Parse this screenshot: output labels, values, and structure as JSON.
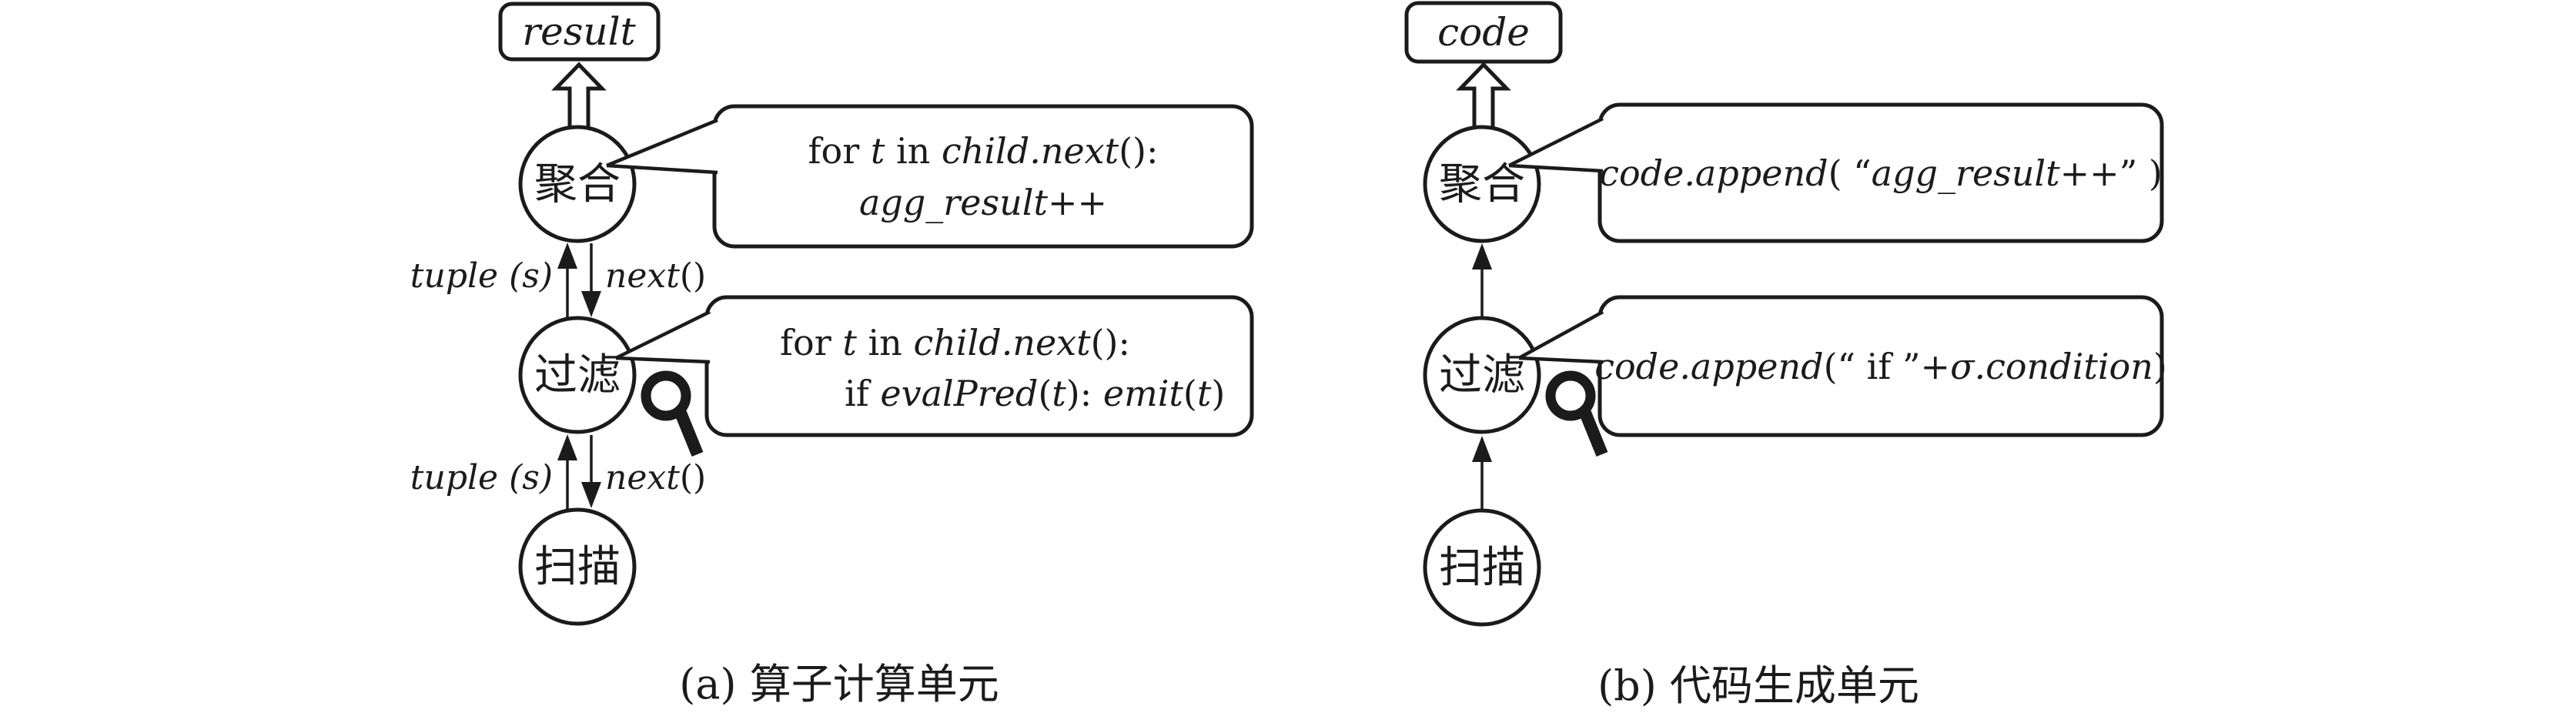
{
  "colors": {
    "ink": "#1b1b1b",
    "paper": "#ffffff"
  },
  "panel_a": {
    "caption": "(a) 算子计算单元",
    "output_box_label": "result",
    "nodes": {
      "aggregate": "聚合",
      "filter": "过滤",
      "scan": "扫描"
    },
    "edge_labels": {
      "tuple_upper": "tuple (s)",
      "tuple_lower": "tuple (s)",
      "next_upper": [
        {
          "t": "next",
          "s": "i"
        },
        {
          "t": "()",
          "s": "r"
        }
      ],
      "next_lower": [
        {
          "t": "next",
          "s": "i"
        },
        {
          "t": "()",
          "s": "r"
        }
      ]
    },
    "callout_aggregate": {
      "line1": [
        {
          "t": "for ",
          "s": "r"
        },
        {
          "t": "t",
          "s": "i"
        },
        {
          "t": " in ",
          "s": "r"
        },
        {
          "t": "child.next",
          "s": "i"
        },
        {
          "t": "():",
          "s": "r"
        }
      ],
      "line2": [
        {
          "t": "agg_result",
          "s": "i"
        },
        {
          "t": "++",
          "s": "r"
        }
      ]
    },
    "callout_filter": {
      "line1": [
        {
          "t": "for ",
          "s": "r"
        },
        {
          "t": "t",
          "s": "i"
        },
        {
          "t": " in ",
          "s": "r"
        },
        {
          "t": "child.next",
          "s": "i"
        },
        {
          "t": "():",
          "s": "r"
        }
      ],
      "line2": [
        {
          "t": "if ",
          "s": "r"
        },
        {
          "t": "evalPred",
          "s": "i"
        },
        {
          "t": "(",
          "s": "r"
        },
        {
          "t": "t",
          "s": "i"
        },
        {
          "t": "): ",
          "s": "r"
        },
        {
          "t": "emit",
          "s": "i"
        },
        {
          "t": "(",
          "s": "r"
        },
        {
          "t": "t",
          "s": "i"
        },
        {
          "t": ")",
          "s": "r"
        }
      ]
    },
    "magnifier_icon": "magnifying-glass"
  },
  "panel_b": {
    "caption": "(b) 代码生成单元",
    "output_box_label": "code",
    "nodes": {
      "aggregate": "聚合",
      "filter": "过滤",
      "scan": "扫描"
    },
    "callout_aggregate": {
      "line1": [
        {
          "t": "code.append",
          "s": "i"
        },
        {
          "t": "( “",
          "s": "r"
        },
        {
          "t": "agg_result",
          "s": "i"
        },
        {
          "t": "++” )",
          "s": "r"
        }
      ]
    },
    "callout_filter": {
      "line1": [
        {
          "t": "code.append",
          "s": "i"
        },
        {
          "t": "(“ if ”+",
          "s": "r"
        },
        {
          "t": "σ.condition",
          "s": "i"
        },
        {
          "t": ")",
          "s": "r"
        }
      ]
    },
    "magnifier_icon": "magnifying-glass"
  }
}
